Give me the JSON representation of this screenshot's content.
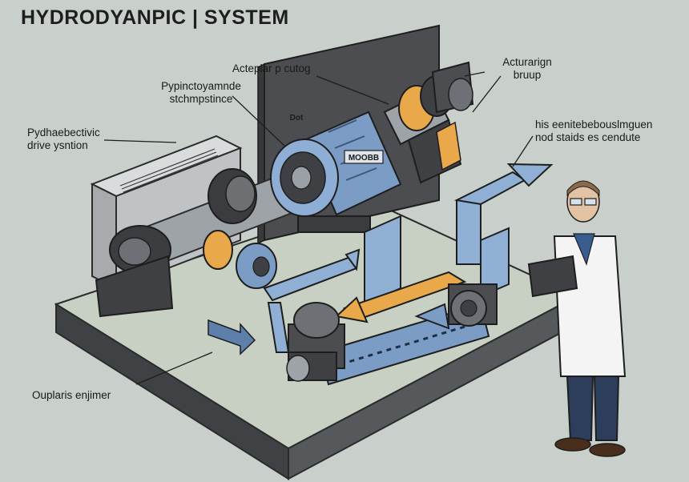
{
  "title": "HYDRODYANPIC | SYSTEM",
  "labels": {
    "actuator_coupling": "Actepiar p cutog",
    "actuating_group_line1": "Acturarign",
    "actuating_group_line2": "bruup",
    "pump_assembly_line1": "Pypinctoyamnde",
    "pump_assembly_line2": "stchmpstince",
    "drive_system_line1": "Pydhaebectivic",
    "drive_system_line2": "drive ysntion",
    "flow_note_line1": "his eenitebebouslmguen",
    "flow_note_line2": "nod staids es cendute",
    "output_engine": "Ouplaris enjimer"
  },
  "tags": {
    "motor_plate": "MOOBB",
    "panel_tag": "Dot"
  },
  "colors": {
    "background": "#c9cfcb",
    "steel_blue": "#7b9cc4",
    "flow_blue": "#8fb0d4",
    "amber": "#e9a94a",
    "dark_wall": "#4b4d50",
    "platform_top": "#c8d0c4",
    "platform_side": "#3f4245"
  }
}
